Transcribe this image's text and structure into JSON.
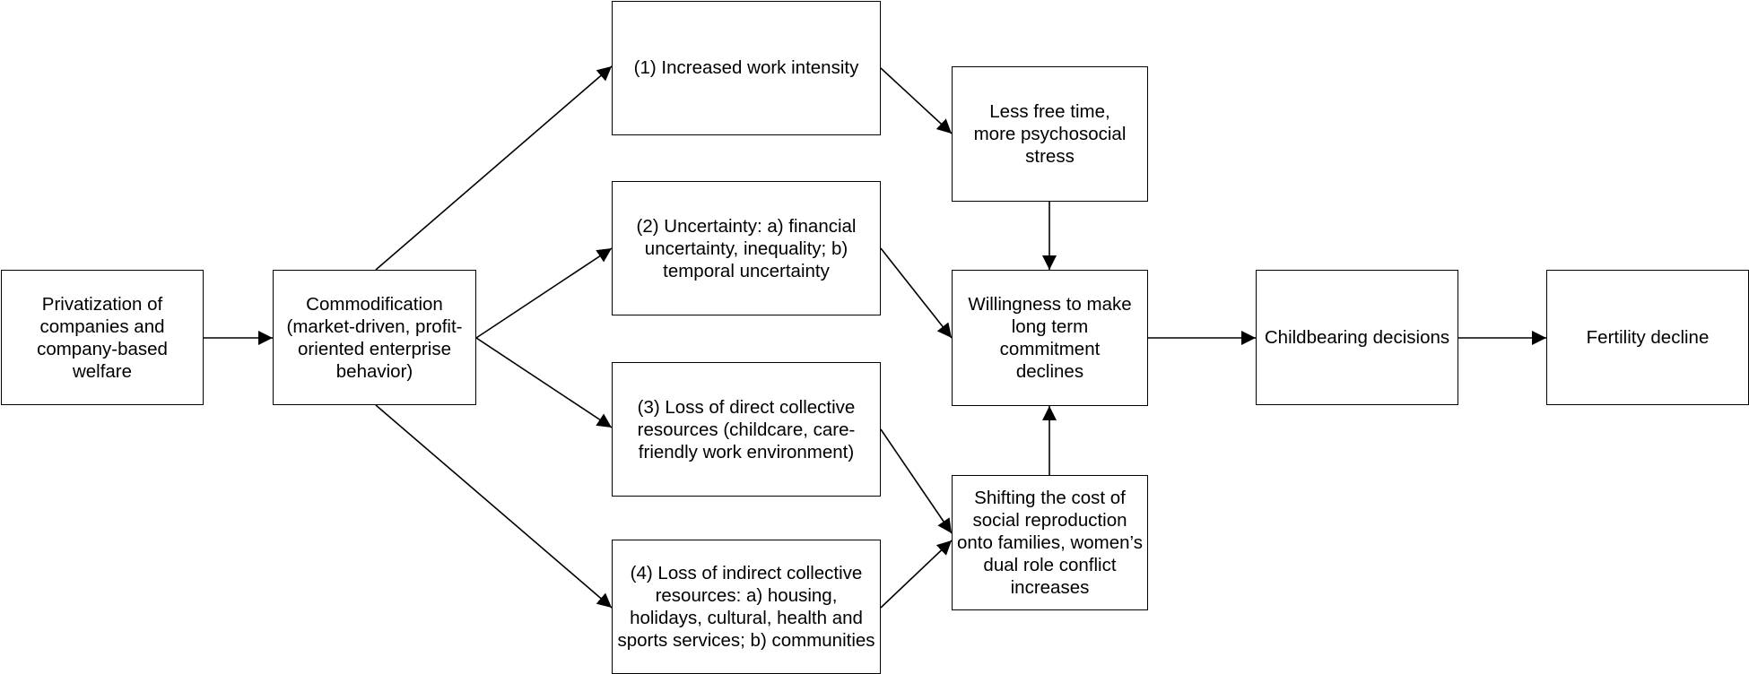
{
  "diagram": {
    "nodes": {
      "privatization": {
        "lines": [
          "Privatization of",
          "companies and",
          "company-based",
          "welfare"
        ]
      },
      "commodification": {
        "lines": [
          "Commodification",
          "(market-driven, profit-",
          "oriented enterprise",
          "behavior)"
        ]
      },
      "work_intensity": {
        "lines": [
          "(1) Increased work intensity"
        ]
      },
      "uncertainty": {
        "lines": [
          "(2) Uncertainty: a) financial",
          "uncertainty, inequality; b)",
          "temporal uncertainty"
        ]
      },
      "direct_resources": {
        "lines": [
          "(3) Loss of direct collective",
          "resources (childcare, care-",
          "friendly work environment)"
        ]
      },
      "indirect_resources": {
        "lines": [
          "(4) Loss of indirect collective",
          "resources: a) housing,",
          "holidays, cultural, health and",
          "sports services; b) communities"
        ]
      },
      "free_time": {
        "lines": [
          "Less free time,",
          "more psychosocial",
          "stress"
        ]
      },
      "willingness": {
        "lines": [
          "Willingness to make",
          "long term",
          "commitment",
          "declines"
        ]
      },
      "shifting_cost": {
        "lines": [
          "Shifting the cost of",
          "social reproduction",
          "onto families, women’s",
          "dual role conflict",
          "increases"
        ]
      },
      "childbearing": {
        "lines": [
          "Childbearing decisions"
        ]
      },
      "fertility": {
        "lines": [
          "Fertility decline"
        ]
      }
    }
  }
}
